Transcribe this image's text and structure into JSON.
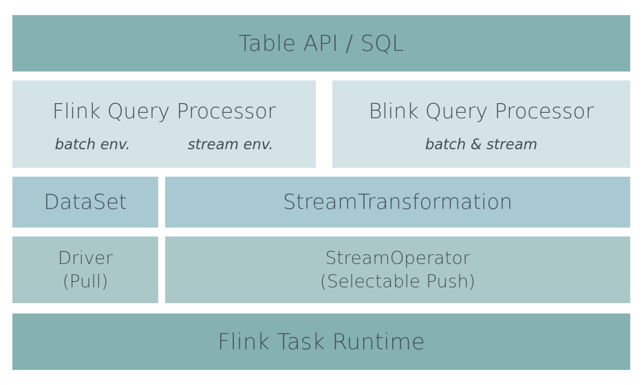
{
  "layers": {
    "top": {
      "label": "Table API / SQL"
    },
    "flink_qp": {
      "title": "Flink Query Processor",
      "sub_left": "batch env.",
      "sub_right": "stream env."
    },
    "blink_qp": {
      "title": "Blink Query Processor",
      "sub": "batch & stream"
    },
    "dataset": {
      "label": "DataSet"
    },
    "stream_transformation": {
      "label": "StreamTransformation"
    },
    "driver": {
      "line1": "Driver",
      "line2": "(Pull)"
    },
    "stream_operator": {
      "line1": "StreamOperator",
      "line2": "(Selectable Push)"
    },
    "runtime": {
      "label": "Flink Task Runtime"
    }
  },
  "colors": {
    "dark_teal": "#86b1b1",
    "light_gray_blue": "#d4e3e5",
    "blue": "#a8c9d2",
    "mid_teal": "#abc8c9",
    "text": "#3f4f55"
  }
}
